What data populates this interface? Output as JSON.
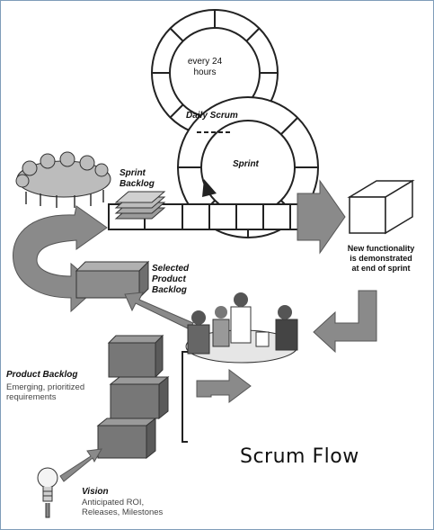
{
  "diagram": {
    "title": "Scrum Flow",
    "daily_cycle": "every 24\nhours",
    "daily_scrum": "Daily Scrum",
    "sprint": "Sprint",
    "sprint_backlog": "Sprint\nBacklog",
    "new_functionality": "New functionality\nis demonstrated\nat end of sprint",
    "selected_backlog": "Selected\nProduct\nBacklog",
    "product_backlog": "Product Backlog",
    "product_backlog_desc": "Emerging, prioritized\nrequirements",
    "vision": "Vision",
    "vision_desc": "Anticipated ROI,\nReleases, Milestones"
  },
  "colors": {
    "arrow": "#8a8a8a",
    "box": "#8c8c8c",
    "outline": "#222222",
    "background": "#ffffff"
  },
  "icons": [
    "circular-arrow-icon",
    "cube-icon",
    "team-meeting-icon",
    "lightbulb-icon",
    "stacked-cubes-icon",
    "paper-stack-icon"
  ]
}
